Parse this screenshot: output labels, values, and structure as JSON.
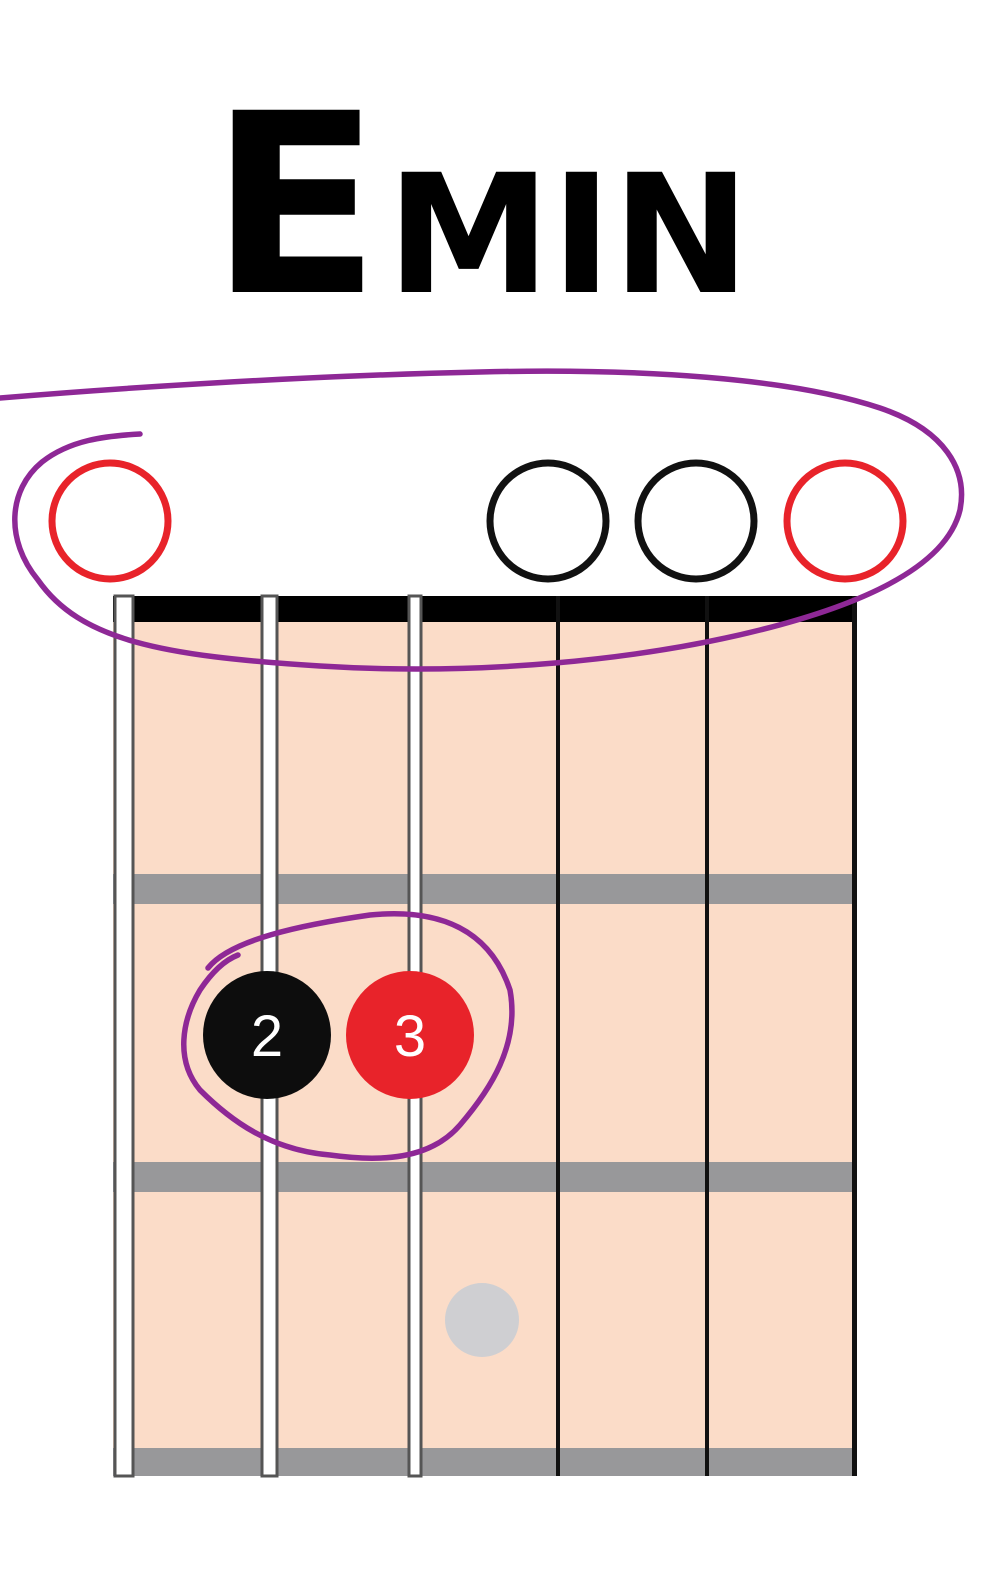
{
  "title": {
    "initial": "E",
    "rest": "MIN"
  },
  "chord": {
    "strings": 6,
    "frets_shown": 3,
    "open_strings": [
      {
        "string": 1,
        "color": "#e8232a"
      },
      {
        "string": 4,
        "color": "#111111"
      },
      {
        "string": 5,
        "color": "#111111"
      },
      {
        "string": 6,
        "color": "#e8232a"
      }
    ],
    "fingers": [
      {
        "string": 2,
        "fret": 2,
        "label": "2",
        "color": "#0d0d0d"
      },
      {
        "string": 3,
        "fret": 2,
        "label": "3",
        "color": "#e8232a"
      }
    ],
    "fret_marker": {
      "fret": 3,
      "color": "#cfcfd2"
    }
  },
  "colors": {
    "fretboard": "#fbdcc8",
    "fret": "#98989a",
    "nut": "#000000",
    "string": "#111111",
    "annotation": "#8e2896"
  }
}
